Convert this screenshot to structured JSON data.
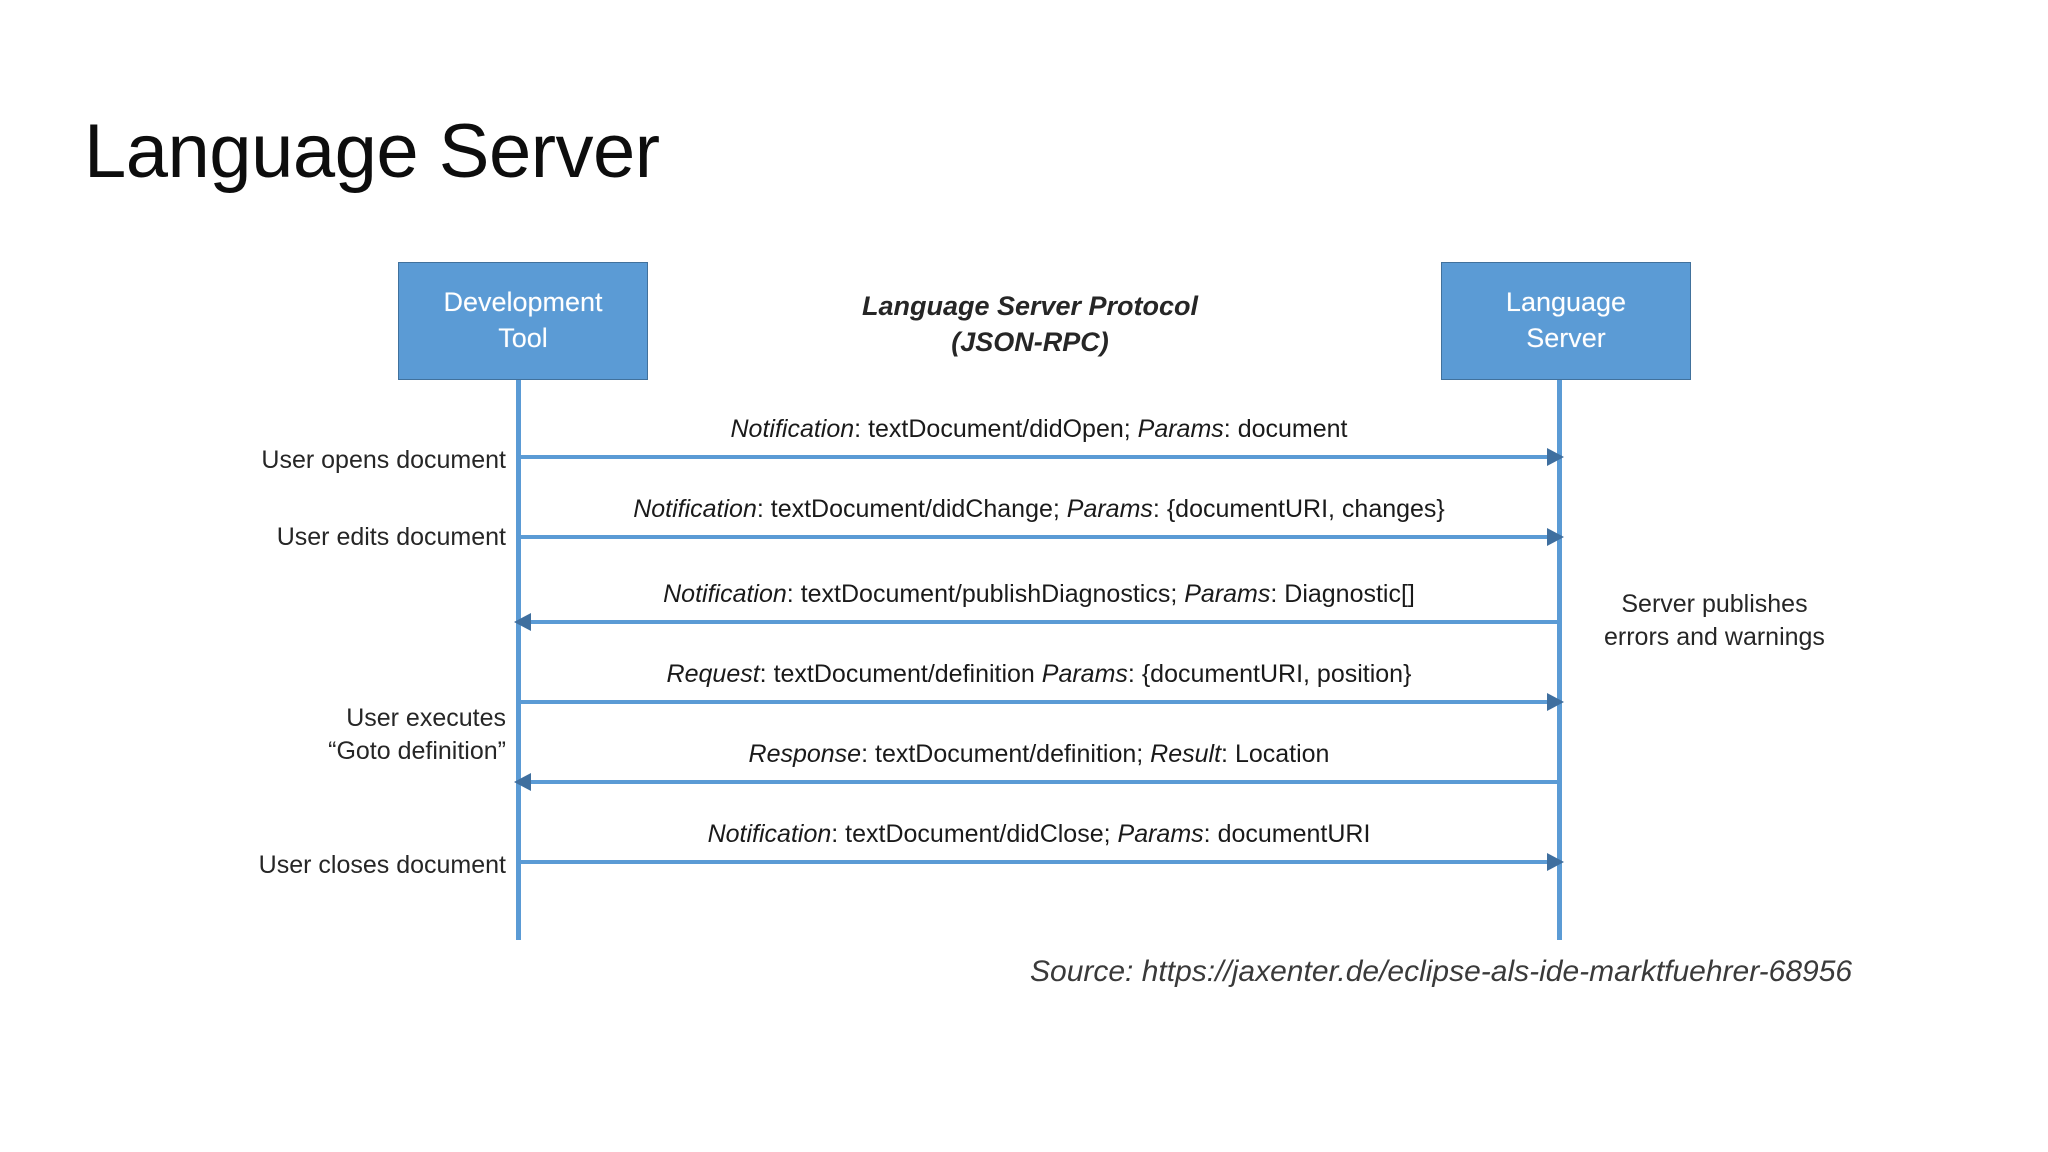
{
  "slide": {
    "title": "Language Server",
    "source_note": "Source: https://jaxenter.de/eclipse-als-ide-marktfuehrer-68956"
  },
  "diagram": {
    "type": "sequence-diagram",
    "accent_color": "#5B9BD5",
    "box_border_color": "#41719C",
    "text_color": "#262626",
    "participants": [
      {
        "id": "dev-tool",
        "line1": "Development",
        "line2": "Tool"
      },
      {
        "id": "language-server",
        "line1": "Language",
        "line2": "Server"
      }
    ],
    "protocol": {
      "title": "Language Server Protocol",
      "subtitle": "(JSON-RPC)"
    },
    "messages": [
      {
        "id": "did-open",
        "direction": "right",
        "kind": "Notification",
        "kind_sep": ": ",
        "method": "textDocument/didOpen; ",
        "params_label": "Params",
        "params_sep": ": ",
        "params_value": "document"
      },
      {
        "id": "did-change",
        "direction": "right",
        "kind": "Notification",
        "kind_sep": ": ",
        "method": "textDocument/didChange; ",
        "params_label": "Params",
        "params_sep": ": ",
        "params_value": "{documentURI, changes}"
      },
      {
        "id": "publish-diagnostics",
        "direction": "left",
        "kind": "Notification",
        "kind_sep": ": ",
        "method": "textDocument/publishDiagnostics; ",
        "params_label": "Params",
        "params_sep": ": ",
        "params_value": "Diagnostic[]"
      },
      {
        "id": "definition-request",
        "direction": "right",
        "kind": "Request",
        "kind_sep": ": ",
        "method": "textDocument/definition ",
        "params_label": "Params",
        "params_sep": ": ",
        "params_value": "{documentURI, position}"
      },
      {
        "id": "definition-response",
        "direction": "left",
        "kind": "Response",
        "kind_sep": ": ",
        "method": "textDocument/definition; ",
        "params_label": "Result",
        "params_sep": ": ",
        "params_value": "Location"
      },
      {
        "id": "did-close",
        "direction": "right",
        "kind": "Notification",
        "kind_sep": ": ",
        "method": "textDocument/didClose; ",
        "params_label": "Params",
        "params_sep": ": ",
        "params_value": "documentURI"
      }
    ],
    "left_notes": [
      {
        "id": "note-opens",
        "line1": "User opens document",
        "line2": ""
      },
      {
        "id": "note-edits",
        "line1": "User edits document",
        "line2": ""
      },
      {
        "id": "note-goto",
        "line1": "User executes",
        "line2": "“Goto definition”"
      },
      {
        "id": "note-closes",
        "line1": "User closes document",
        "line2": ""
      }
    ],
    "right_notes": [
      {
        "id": "note-publishes",
        "line1": "Server publishes",
        "line2": "errors and warnings"
      }
    ]
  }
}
